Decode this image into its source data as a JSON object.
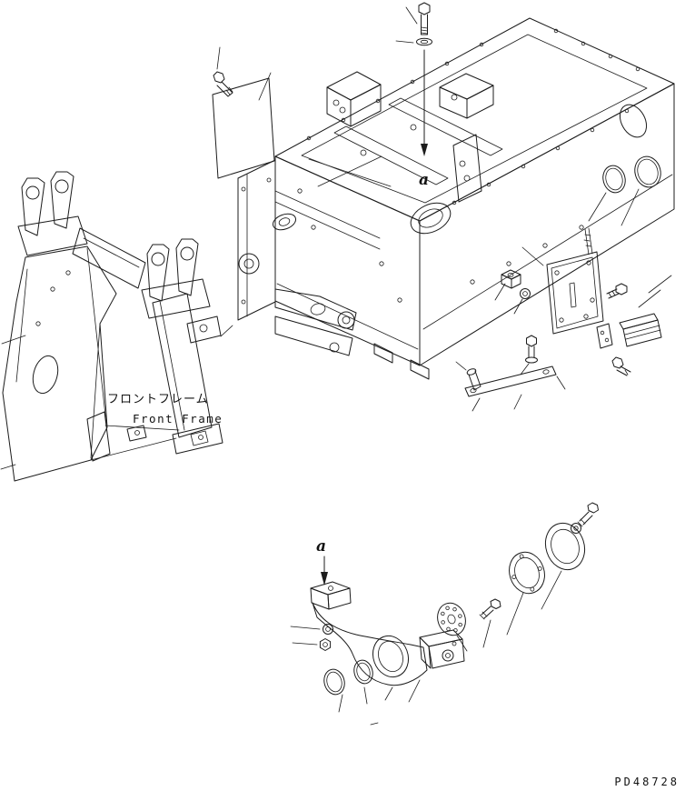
{
  "colors": {
    "background": "#ffffff",
    "line": "#1c1c1c"
  },
  "labels": {
    "front_frame_jp": "フロントフレーム",
    "front_frame_en": "Front Frame",
    "marker_a": "a",
    "doc_number": "PD48728"
  }
}
